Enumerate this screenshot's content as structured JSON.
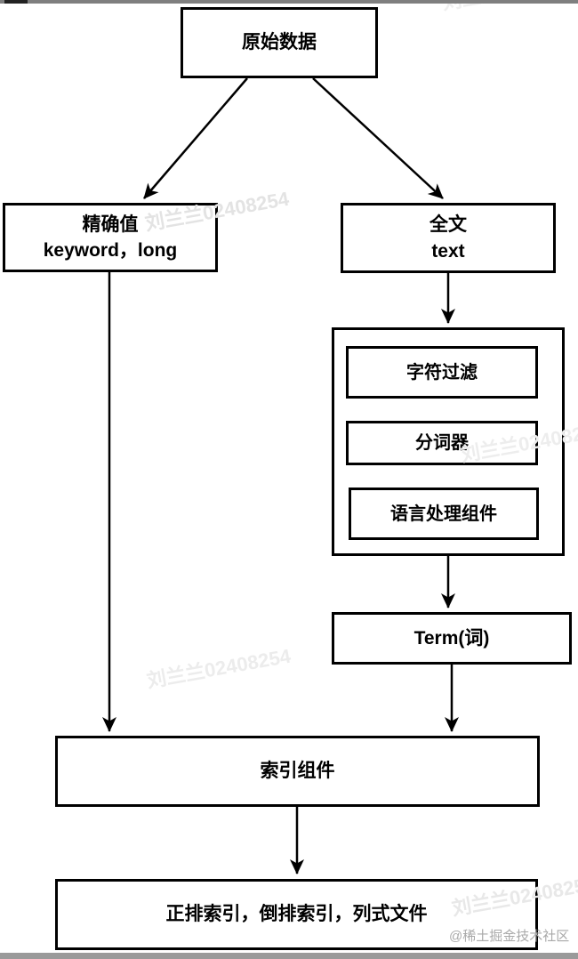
{
  "diagram": {
    "nodes": {
      "raw_data": {
        "label": "原始数据"
      },
      "exact_value": {
        "line1": "精确值",
        "line2": "keyword，long"
      },
      "full_text": {
        "line1": "全文",
        "line2": "text"
      },
      "char_filter": {
        "label": "字符过滤"
      },
      "tokenizer": {
        "label": "分词器"
      },
      "language_processor": {
        "label": "语言处理组件"
      },
      "term": {
        "label": "Term(词)"
      },
      "index_component": {
        "label": "索引组件"
      },
      "index_outputs": {
        "label": "正排索引，倒排索引，列式文件"
      }
    },
    "edges": [
      {
        "from": "raw_data",
        "to": "exact_value"
      },
      {
        "from": "raw_data",
        "to": "full_text"
      },
      {
        "from": "full_text",
        "to": "analyzer_pipeline"
      },
      {
        "from": "analyzer_pipeline",
        "to": "term"
      },
      {
        "from": "term",
        "to": "index_component"
      },
      {
        "from": "exact_value",
        "to": "index_component"
      },
      {
        "from": "index_component",
        "to": "index_outputs"
      }
    ]
  },
  "watermarks": {
    "user_id": "刘兰兰02408254",
    "community": "@稀土掘金技术社区"
  },
  "colors": {
    "line": "#000000",
    "box_background": "#ffffff",
    "watermark": "#e8e8e8",
    "community_watermark": "#a9a9a9",
    "top_bar": "#7f7f7f",
    "bottom_bar": "#9a9a9a"
  }
}
